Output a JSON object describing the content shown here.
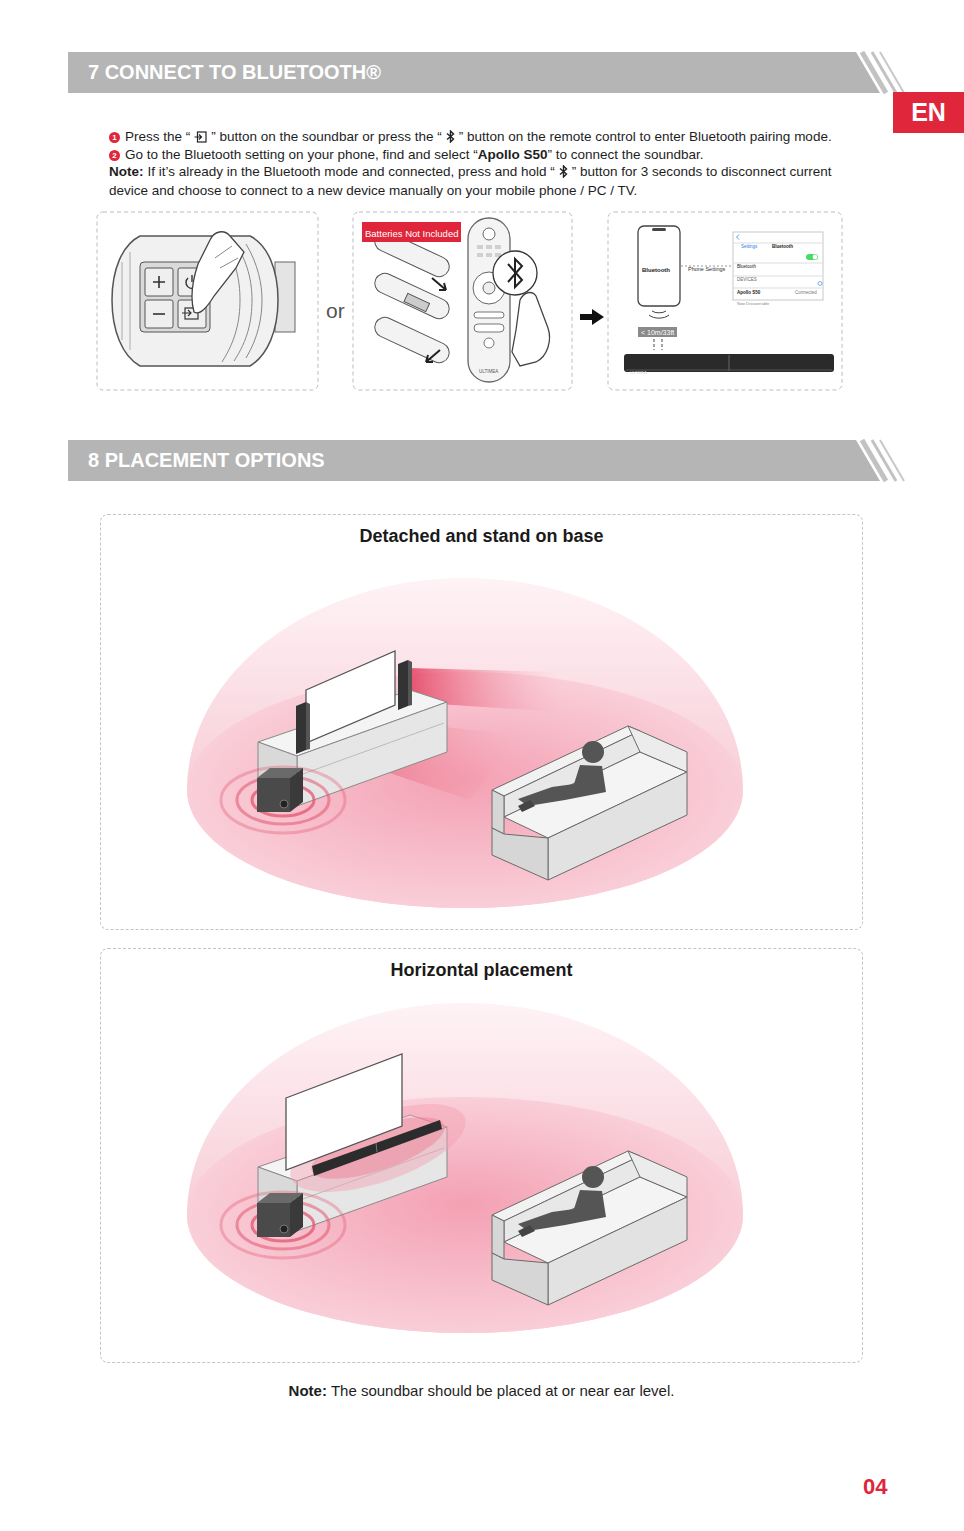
{
  "diagram": {
    "nodes": [
      {
        "text": [
          "7 CONNECT TO BLUETOOTH®"
        ]
      },
      {
        "text": [
          "EN"
        ]
      },
      {
        "text": [
          "Batteries Not Included"
        ]
      },
      {
        "text": [
          "8 PLACEMENT OPTIONS"
        ]
      },
      {
        "text": [
          "Detached and stand on base"
        ]
      },
      {
        "text": [
          "Horizontal placement"
        ]
      }
    ],
    "labels": [
      "1",
      "Press the “",
      "” button on the soundbar or press the “",
      "” button on the remote control to enter Bluetooth pairing mode.",
      "2",
      "Go to the Bluetooth setting on your phone, find and select “",
      "Apollo S50",
      "” to connect the soundbar.",
      "Note:",
      "If it’s already in the Bluetooth mode and connected, press and hold “",
      "” button for 3 seconds to disconnect current device and choose to connect to a new device manually on your mobile phone / PC / TV.",
      "or",
      "Bluetooth",
      "Phone Settings",
      "Settings",
      "Bluetooth",
      "Bluetooth",
      "DEVICES",
      "Apollo S50",
      "Connected",
      "Now Discoverable",
      "< 10m/33ft",
      "ULTIMEA",
      "ULTIMEA",
      "Note:",
      "The soundbar should be placed at or near ear level.",
      "04"
    ]
  }
}
